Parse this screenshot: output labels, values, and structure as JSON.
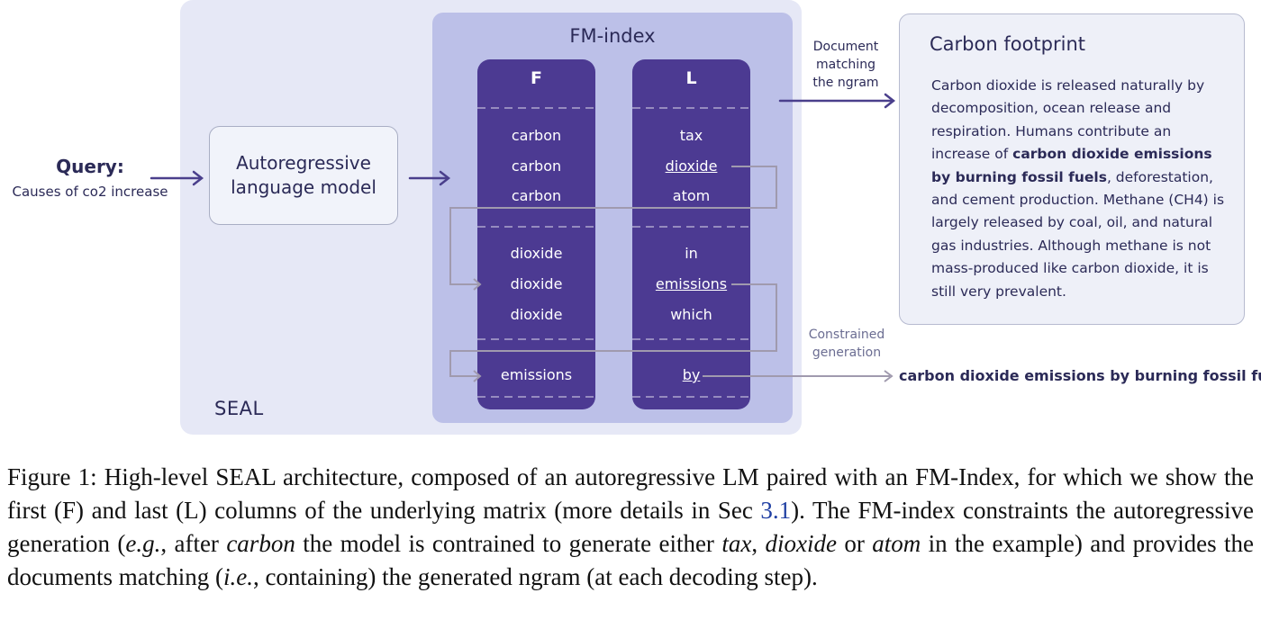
{
  "diagram": {
    "seal_label": "SEAL",
    "fm_index_title": "FM-index",
    "query": {
      "title": "Query:",
      "text": "Causes of co2 increase"
    },
    "language_model": {
      "line1": "Autoregressive",
      "line2": "language model"
    },
    "columns": {
      "f": {
        "header": "F",
        "cells": [
          "carbon",
          "carbon",
          "carbon",
          "dioxide",
          "dioxide",
          "dioxide",
          "emissions"
        ]
      },
      "l": {
        "header": "L",
        "cells": [
          "tax",
          "dioxide",
          "atom",
          "in",
          "emissions",
          "which",
          "by"
        ]
      }
    },
    "document_matching_label": {
      "line1": "Document",
      "line2": "matching",
      "line3": "the ngram"
    },
    "constrained_label": {
      "line1": "Constrained",
      "line2": "generation"
    },
    "output_text": "carbon dioxide emissions by burning fossil fuels",
    "document": {
      "title": "Carbon footprint",
      "body_part1": "Carbon dioxide is released naturally by decomposition, ocean release and respiration. Humans contribute an increase of ",
      "body_bold": "carbon dioxide emissions by burning fossil fuels",
      "body_part2": ", deforestation, and cement production. Methane (CH4) is largely released by coal, oil, and natural gas industries. Although methane is not mass-produced like carbon dioxide, it is still very prevalent."
    }
  },
  "caption": {
    "t1": "Figure 1: High-level SEAL architecture, composed of an autoregressive LM paired with an FM-Index, for which we show the first (F) and last (L) columns of the underlying matrix (more details in Sec ",
    "ref": "3.1",
    "t2": ").  The FM-index constraints the autoregressive generation (",
    "eg": "e.g.",
    "t3": ", after ",
    "carbon": "carbon",
    "t4": " the model is contrained to generate either ",
    "tax": "tax",
    "t5": ", ",
    "dioxide": "dioxide",
    "t6": " or ",
    "atom": "atom",
    "t7": " in the example) and provides the documents matching (",
    "ie": "i.e.",
    "t8": ", containing) the generated ngram (at each decoding step)."
  },
  "colors": {
    "seal_background": "#e6e8f6",
    "fm_background": "#bcc0e8",
    "column": "#4c3a92",
    "arrow": "#4a3f8c",
    "constraint_path": "#a09aae"
  }
}
